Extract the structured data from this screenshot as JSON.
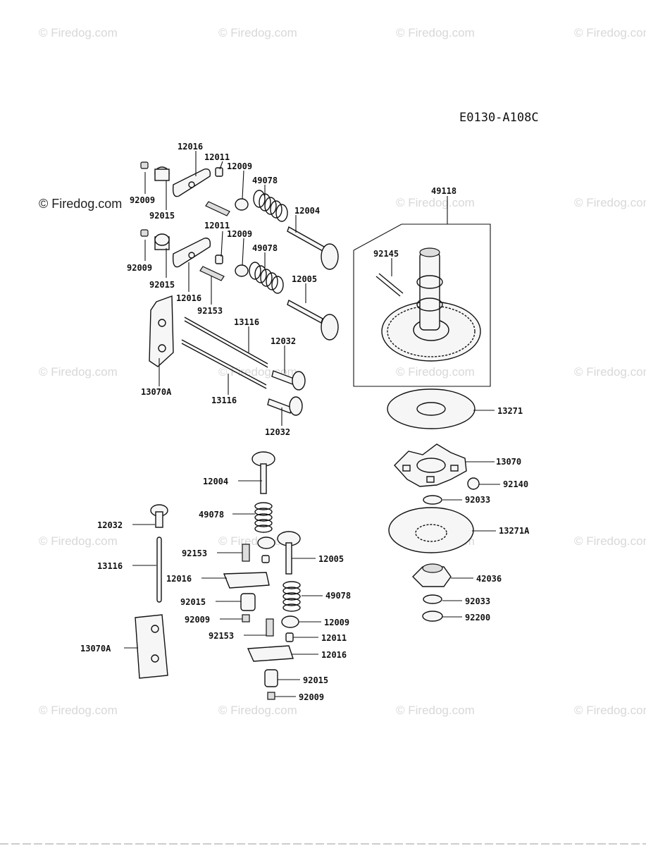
{
  "diagram_code": "E0130-A108C",
  "watermark_text": "© Firedog.com",
  "colors": {
    "ink": "#111111",
    "watermark": "#d8d8d8",
    "background": "#ffffff"
  },
  "labels": {
    "l01": "12016",
    "l02": "12011",
    "l03": "12009",
    "l04": "49078",
    "l05": "92009",
    "l06": "92015",
    "l07": "12004",
    "l08": "49118",
    "l09": "12011",
    "l10": "12009",
    "l11": "49078",
    "l12": "92145",
    "l13": "92009",
    "l14": "92015",
    "l15": "12016",
    "l16": "92153",
    "l17": "12005",
    "l18": "13116",
    "l19": "12032",
    "l20": "13070A",
    "l21": "13116",
    "l22": "12032",
    "l23": "13271",
    "l24": "13070",
    "l25": "12004",
    "l26": "92140",
    "l27": "92033",
    "l28": "49078",
    "l29": "12032",
    "l30": "13271A",
    "l31": "92153",
    "l32": "12005",
    "l33": "13116",
    "l34": "12016",
    "l35": "42036",
    "l36": "92015",
    "l37": "49078",
    "l38": "92033",
    "l39": "92009",
    "l40": "12009",
    "l41": "92200",
    "l42": "92153",
    "l43": "12011",
    "l44": "13070A",
    "l45": "12016",
    "l46": "92015",
    "l47": "92009"
  }
}
